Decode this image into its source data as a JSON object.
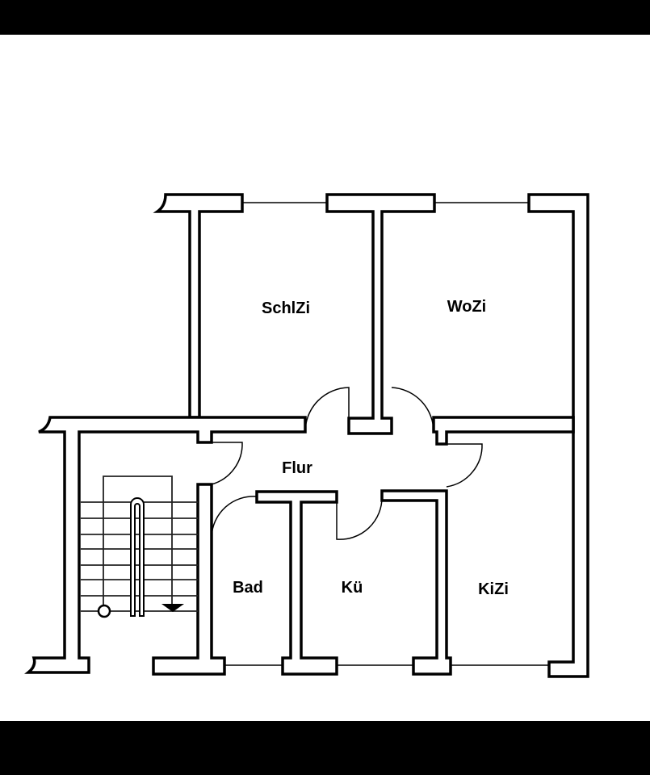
{
  "floor_plan": {
    "rooms": [
      {
        "id": "schlzi",
        "label": "SchlZi"
      },
      {
        "id": "wozi",
        "label": "WoZi"
      },
      {
        "id": "flur",
        "label": "Flur"
      },
      {
        "id": "bad",
        "label": "Bad"
      },
      {
        "id": "kue",
        "label": "Kü"
      },
      {
        "id": "kizi",
        "label": "KiZi"
      }
    ]
  }
}
